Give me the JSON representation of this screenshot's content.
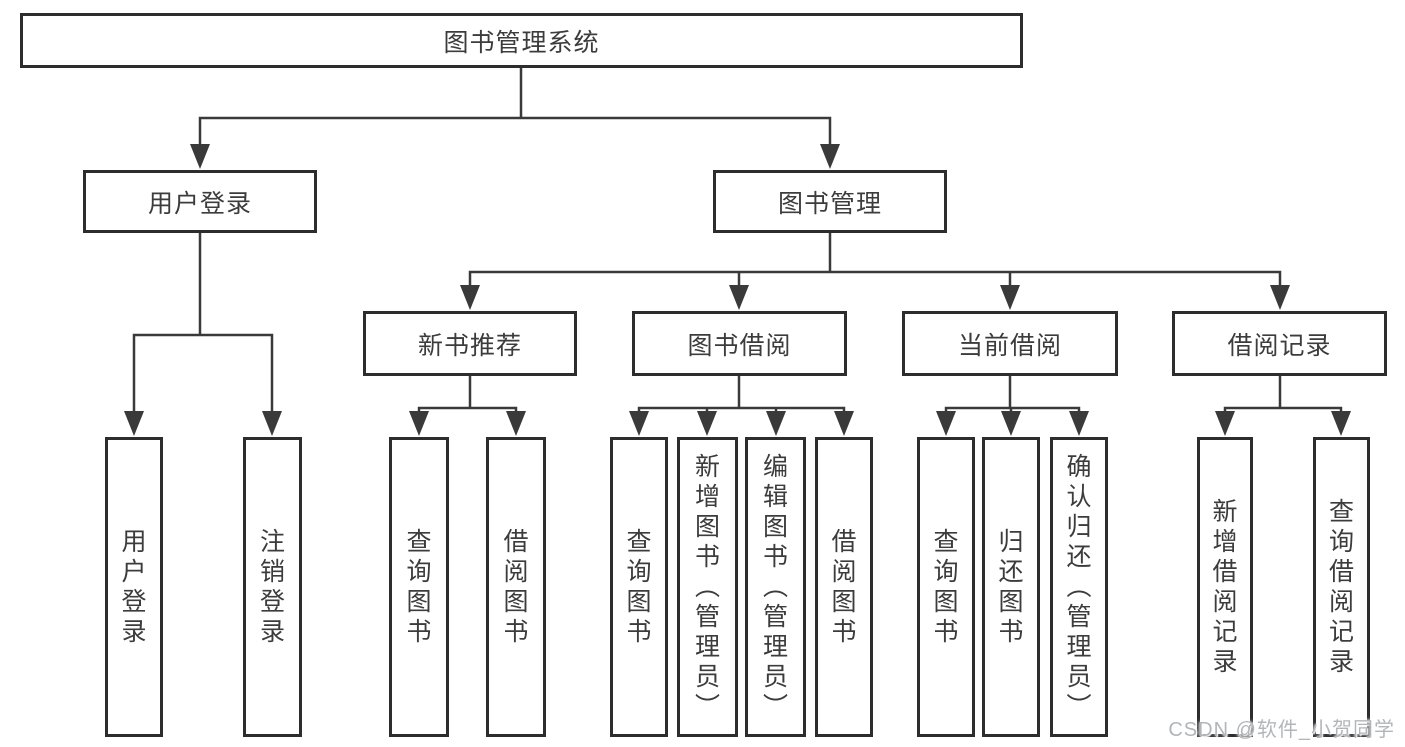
{
  "diagram_type": "functional-structure-tree",
  "colors": {
    "background": "#ffffff",
    "box_border": "#2d2d2d",
    "connector_line": "#3a3a3a",
    "label_text": "#3c3c3c",
    "watermark_text": "#b3b6b9"
  },
  "watermark": {
    "text": "CSDN @软件_小贺同学"
  },
  "structure": {
    "label": "图书管理系统",
    "children": [
      {
        "label": "用户登录",
        "children": [
          {
            "label": "用户登录"
          },
          {
            "label": "注销登录"
          }
        ]
      },
      {
        "label": "图书管理",
        "children": [
          {
            "label": "新书推荐",
            "children": [
              {
                "label": "查询图书"
              },
              {
                "label": "借阅图书"
              }
            ]
          },
          {
            "label": "图书借阅",
            "children": [
              {
                "label": "查询图书"
              },
              {
                "label": "新增图书（管理员）"
              },
              {
                "label": "编辑图书（管理员）"
              },
              {
                "label": "借阅图书"
              }
            ]
          },
          {
            "label": "当前借阅",
            "children": [
              {
                "label": "查询图书"
              },
              {
                "label": "归还图书"
              },
              {
                "label": "确认归还（管理员）"
              }
            ]
          },
          {
            "label": "借阅记录",
            "children": [
              {
                "label": "新增借阅记录"
              },
              {
                "label": "查询借阅记录"
              }
            ]
          }
        ]
      }
    ]
  }
}
